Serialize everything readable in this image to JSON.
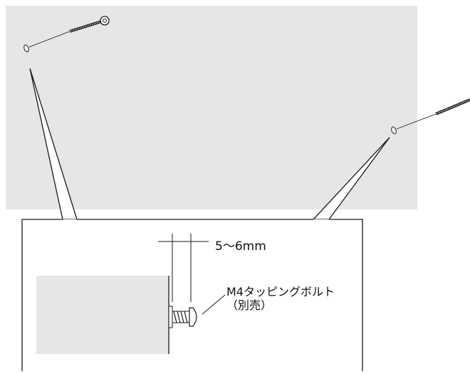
{
  "labels": {
    "dimension": "5～6mm",
    "bolt_name": "M4タッピングボルト",
    "bolt_note": "（別売）"
  },
  "colors": {
    "wall": "#e6e6e6",
    "panel": "#ffffff",
    "block": "#e6e6e6",
    "stroke": "#1a1a1a"
  },
  "icons": {
    "wall_screw": "screw-icon",
    "tapping_bolt": "bolt-icon"
  }
}
